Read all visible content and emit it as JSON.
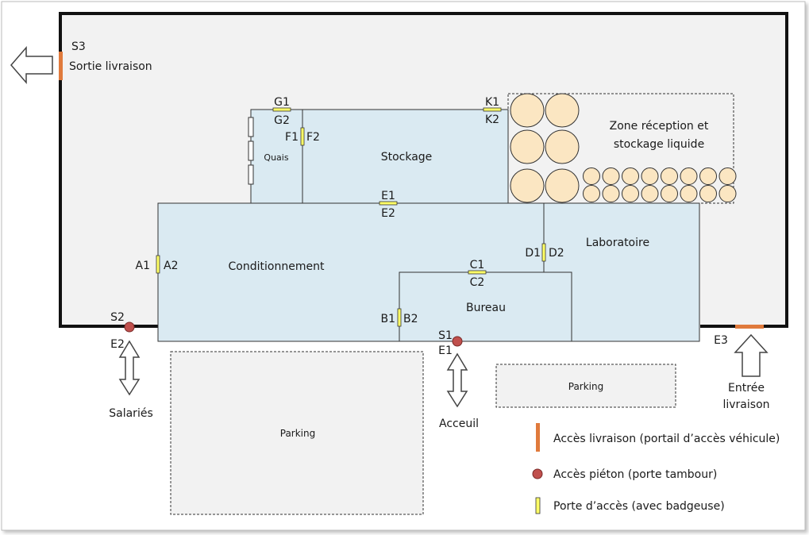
{
  "rooms": {
    "quais": "Quais",
    "stockage": "Stockage",
    "conditionnement": "Conditionnement",
    "laboratoire": "Laboratoire",
    "bureau": "Bureau",
    "zone_reception_line1": "Zone réception et",
    "zone_reception_line2": "stockage liquide"
  },
  "doors": {
    "A1": "A1",
    "A2": "A2",
    "B1": "B1",
    "B2": "B2",
    "C1": "C1",
    "C2": "C2",
    "D1": "D1",
    "D2": "D2",
    "E1": "E1",
    "E2": "E2",
    "F1": "F1",
    "F2": "F2",
    "G1": "G1",
    "G2": "G2",
    "K1": "K1",
    "K2": "K2"
  },
  "exits": {
    "S3": "S3",
    "sortie_livraison": "Sortie livraison",
    "S2": "S2",
    "E2_out": "E2",
    "salaries": "Salariés",
    "S1": "S1",
    "E1_out": "E1",
    "accueil": "Acceuil",
    "E3": "E3",
    "entree_line1": "Entrée",
    "entree_line2": "livraison"
  },
  "parking": {
    "left": "Parking",
    "right": "Parking"
  },
  "legend": {
    "vehicle": "Accès livraison (portail d’accès véhicule)",
    "pedestrian": "Accès piéton (porte tambour)",
    "badge": "Porte d’accès (avec badgeuse)"
  },
  "colors": {
    "room_fill": "#daeaf2",
    "vehicle_access": "#e07a3c",
    "pedestrian_access": "#c0504d",
    "badge_door": "#ffff66",
    "tank_fill": "#fbe6c2"
  }
}
